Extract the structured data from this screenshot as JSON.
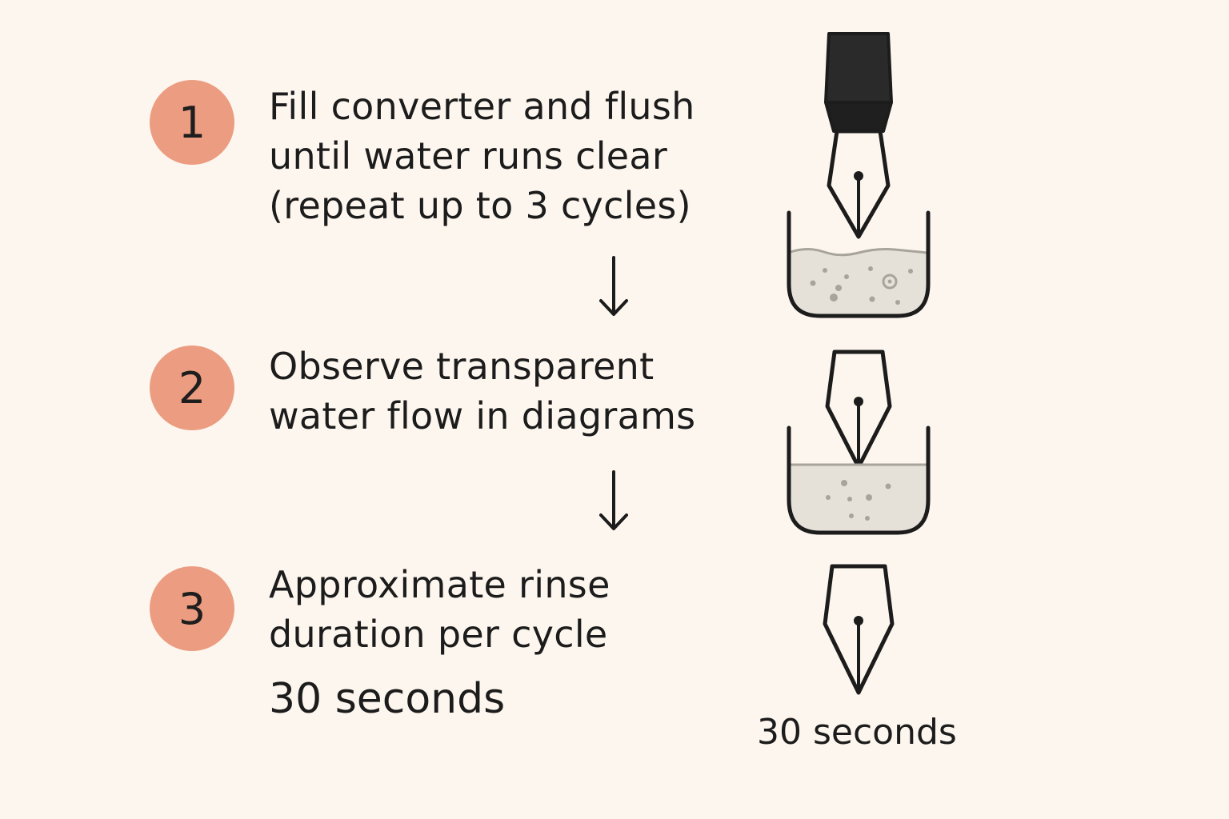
{
  "steps": [
    {
      "number": "1",
      "lines": [
        "Fill converter and flush",
        "until water runs clear",
        "(repeat up to 3 cycles)"
      ]
    },
    {
      "number": "2",
      "lines": [
        "Observe transparent",
        "water flow in diagrams"
      ]
    },
    {
      "number": "3",
      "lines": [
        "Approximate rinse",
        "duration per cycle"
      ],
      "duration": "30 seconds"
    }
  ],
  "illustration": {
    "caption": "30 seconds",
    "icons": [
      "fountain-pen-with-cap-icon",
      "murky-water-beaker-icon",
      "pen-nib-icon",
      "clear-water-beaker-icon",
      "pen-nib-icon"
    ]
  },
  "colors": {
    "background": "#fdf6ee",
    "badge": "#ec9c80",
    "text": "#1c1c1c",
    "water": "#e6e1d8",
    "particles": "#a8a49c"
  }
}
